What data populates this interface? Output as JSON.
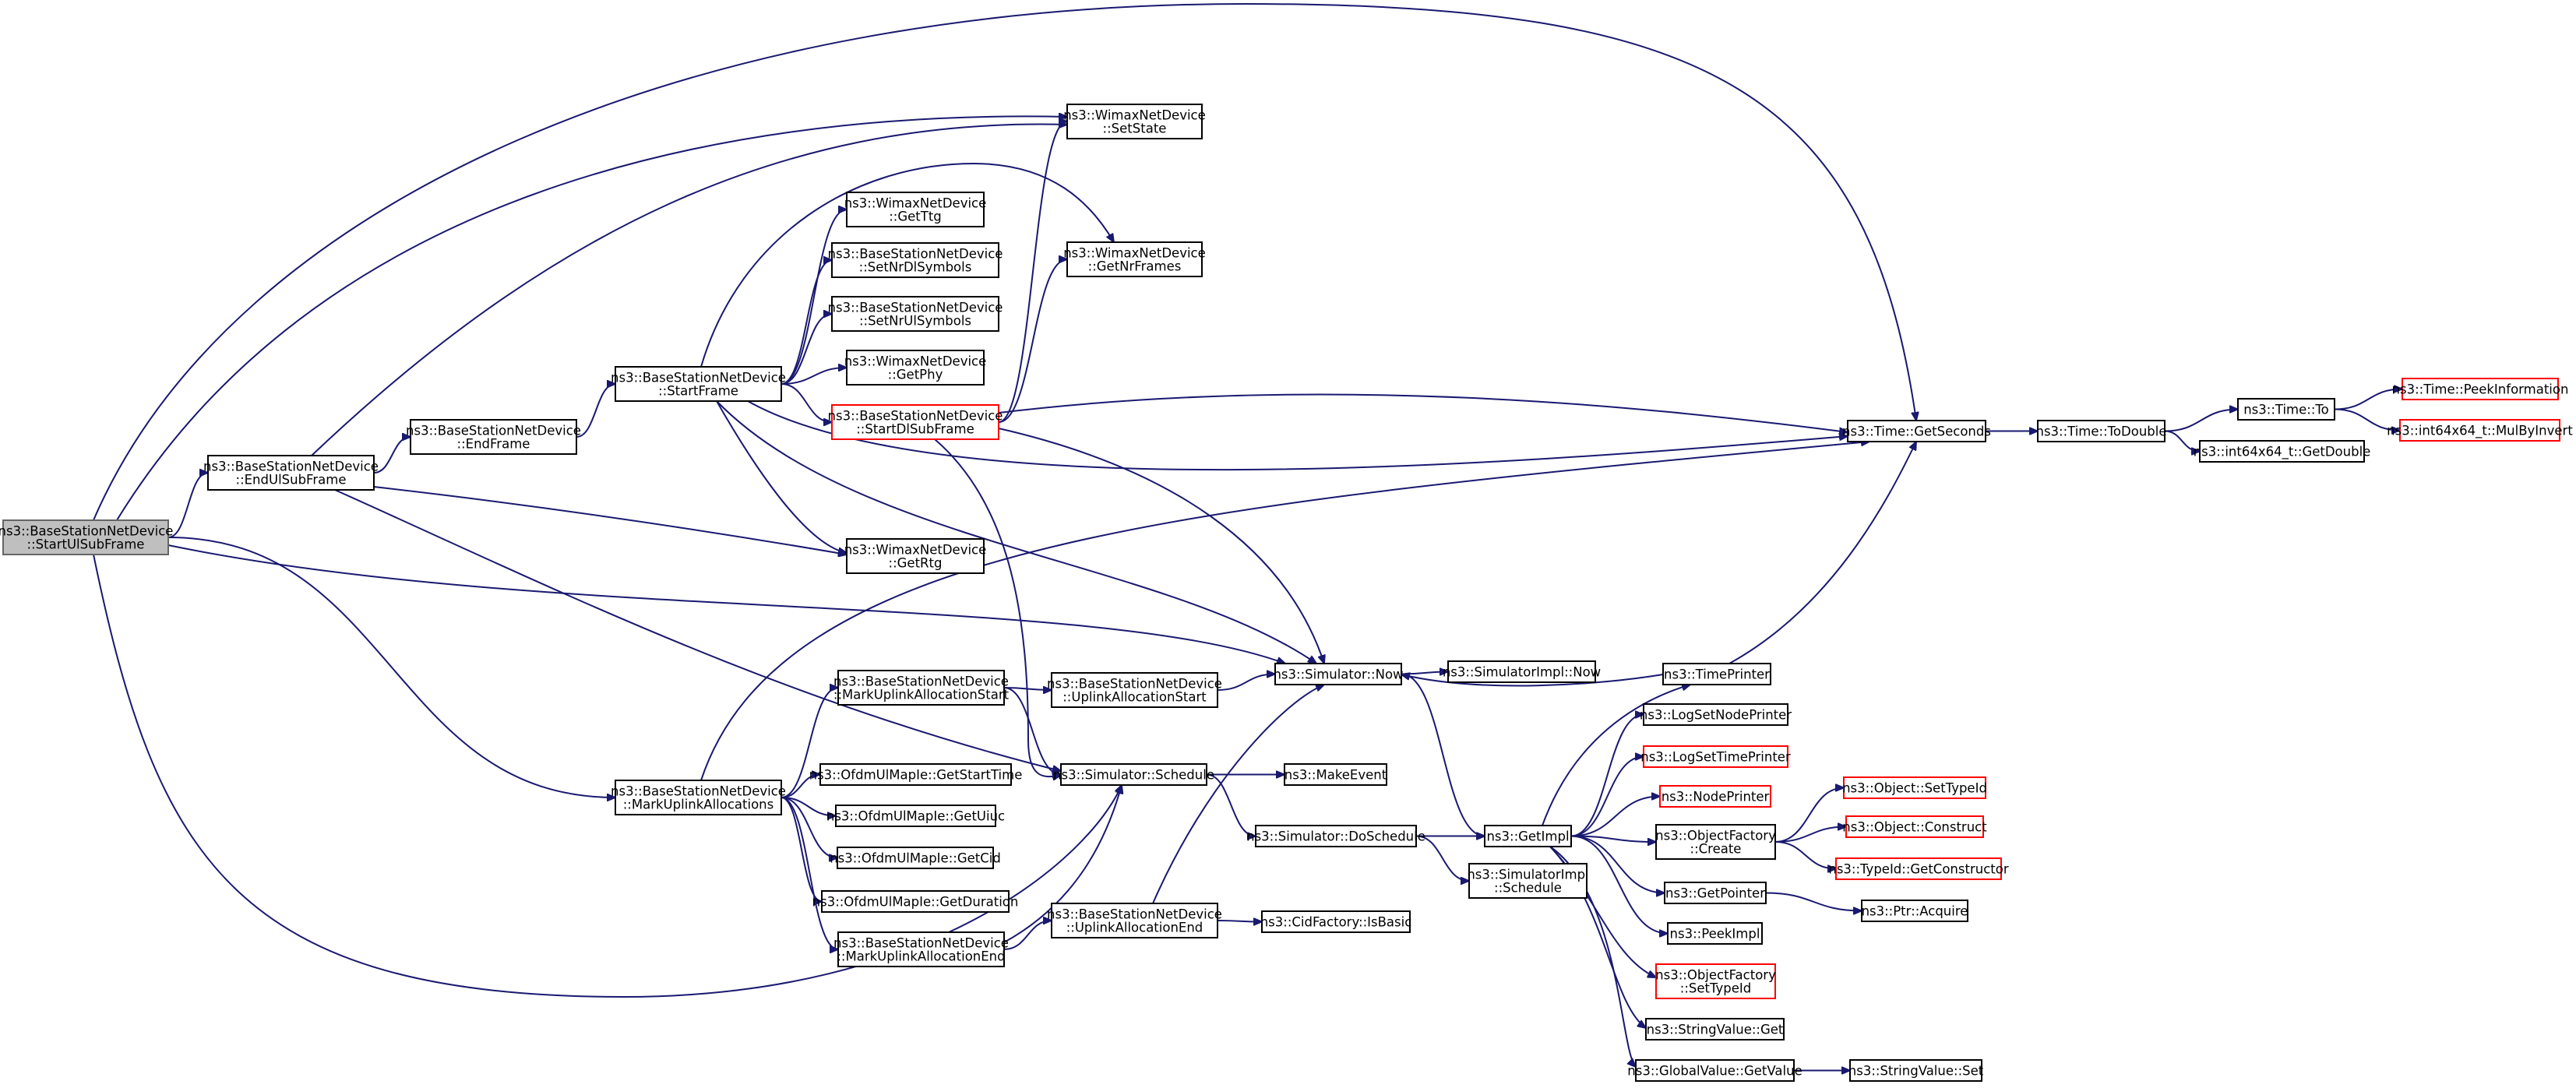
{
  "graph": {
    "nodes": [
      {
        "id": "n0",
        "lines": [
          "ns3::BaseStationNetDevice",
          "::StartUlSubFrame"
        ],
        "style": "root"
      },
      {
        "id": "n1",
        "lines": [
          "ns3::BaseStationNetDevice",
          "::EndUlSubFrame"
        ],
        "style": "normal"
      },
      {
        "id": "n2",
        "lines": [
          "ns3::BaseStationNetDevice",
          "::EndFrame"
        ],
        "style": "normal"
      },
      {
        "id": "n3",
        "lines": [
          "ns3::BaseStationNetDevice",
          "::StartFrame"
        ],
        "style": "normal"
      },
      {
        "id": "n4",
        "lines": [
          "ns3::WimaxNetDevice",
          "::GetTtg"
        ],
        "style": "normal"
      },
      {
        "id": "n5",
        "lines": [
          "ns3::BaseStationNetDevice",
          "::SetNrDlSymbols"
        ],
        "style": "normal"
      },
      {
        "id": "n6",
        "lines": [
          "ns3::BaseStationNetDevice",
          "::SetNrUlSymbols"
        ],
        "style": "normal"
      },
      {
        "id": "n7",
        "lines": [
          "ns3::WimaxNetDevice",
          "::GetPhy"
        ],
        "style": "normal"
      },
      {
        "id": "n8",
        "lines": [
          "ns3::BaseStationNetDevice",
          "::StartDlSubFrame"
        ],
        "style": "truncated"
      },
      {
        "id": "n9",
        "lines": [
          "ns3::WimaxNetDevice",
          "::GetRtg"
        ],
        "style": "normal"
      },
      {
        "id": "n10",
        "lines": [
          "ns3::WimaxNetDevice",
          "::SetState"
        ],
        "style": "normal"
      },
      {
        "id": "n11",
        "lines": [
          "ns3::WimaxNetDevice",
          "::GetNrFrames"
        ],
        "style": "normal"
      },
      {
        "id": "n12",
        "lines": [
          "ns3::Time::GetSeconds"
        ],
        "style": "normal"
      },
      {
        "id": "n13",
        "lines": [
          "ns3::Time::ToDouble"
        ],
        "style": "normal"
      },
      {
        "id": "n14",
        "lines": [
          "ns3::Time::To"
        ],
        "style": "normal"
      },
      {
        "id": "n15",
        "lines": [
          "ns3::Time::PeekInformation"
        ],
        "style": "truncated"
      },
      {
        "id": "n16",
        "lines": [
          "ns3::int64x64_t::MulByInvert"
        ],
        "style": "truncated"
      },
      {
        "id": "n17",
        "lines": [
          "ns3::int64x64_t::GetDouble"
        ],
        "style": "normal"
      },
      {
        "id": "n18",
        "lines": [
          "ns3::Simulator::Now"
        ],
        "style": "normal"
      },
      {
        "id": "n19",
        "lines": [
          "ns3::SimulatorImpl::Now"
        ],
        "style": "normal"
      },
      {
        "id": "n20",
        "lines": [
          "ns3::TimePrinter"
        ],
        "style": "normal"
      },
      {
        "id": "n21",
        "lines": [
          "ns3::BaseStationNetDevice",
          "::MarkUplinkAllocationStart"
        ],
        "style": "normal"
      },
      {
        "id": "n22",
        "lines": [
          "ns3::BaseStationNetDevice",
          "::UplinkAllocationStart"
        ],
        "style": "normal"
      },
      {
        "id": "n23",
        "lines": [
          "ns3::BaseStationNetDevice",
          "::MarkUplinkAllocations"
        ],
        "style": "normal"
      },
      {
        "id": "n24",
        "lines": [
          "ns3::OfdmUlMapIe::GetStartTime"
        ],
        "style": "normal"
      },
      {
        "id": "n25",
        "lines": [
          "ns3::OfdmUlMapIe::GetUiuc"
        ],
        "style": "normal"
      },
      {
        "id": "n26",
        "lines": [
          "ns3::OfdmUlMapIe::GetCid"
        ],
        "style": "normal"
      },
      {
        "id": "n27",
        "lines": [
          "ns3::OfdmUlMapIe::GetDuration"
        ],
        "style": "normal"
      },
      {
        "id": "n28",
        "lines": [
          "ns3::BaseStationNetDevice",
          "::MarkUplinkAllocationEnd"
        ],
        "style": "normal"
      },
      {
        "id": "n29",
        "lines": [
          "ns3::Simulator::Schedule"
        ],
        "style": "normal"
      },
      {
        "id": "n30",
        "lines": [
          "ns3::MakeEvent"
        ],
        "style": "normal"
      },
      {
        "id": "n31",
        "lines": [
          "ns3::Simulator::DoSchedule"
        ],
        "style": "normal"
      },
      {
        "id": "n32",
        "lines": [
          "ns3::BaseStationNetDevice",
          "::UplinkAllocationEnd"
        ],
        "style": "normal"
      },
      {
        "id": "n33",
        "lines": [
          "ns3::CidFactory::IsBasic"
        ],
        "style": "normal"
      },
      {
        "id": "n34",
        "lines": [
          "ns3::GetImpl"
        ],
        "style": "normal"
      },
      {
        "id": "n35",
        "lines": [
          "ns3::SimulatorImpl",
          "::Schedule"
        ],
        "style": "normal"
      },
      {
        "id": "n36",
        "lines": [
          "ns3::LogSetNodePrinter"
        ],
        "style": "normal"
      },
      {
        "id": "n37",
        "lines": [
          "ns3::LogSetTimePrinter"
        ],
        "style": "truncated"
      },
      {
        "id": "n38",
        "lines": [
          "ns3::NodePrinter"
        ],
        "style": "truncated"
      },
      {
        "id": "n39",
        "lines": [
          "ns3::ObjectFactory",
          "::Create"
        ],
        "style": "normal"
      },
      {
        "id": "n40",
        "lines": [
          "ns3::Object::SetTypeId"
        ],
        "style": "truncated"
      },
      {
        "id": "n41",
        "lines": [
          "ns3::Object::Construct"
        ],
        "style": "truncated"
      },
      {
        "id": "n42",
        "lines": [
          "ns3::TypeId::GetConstructor"
        ],
        "style": "truncated"
      },
      {
        "id": "n43",
        "lines": [
          "ns3::GetPointer"
        ],
        "style": "normal"
      },
      {
        "id": "n44",
        "lines": [
          "ns3::Ptr::Acquire"
        ],
        "style": "normal"
      },
      {
        "id": "n45",
        "lines": [
          "ns3::PeekImpl"
        ],
        "style": "normal"
      },
      {
        "id": "n46",
        "lines": [
          "ns3::ObjectFactory",
          "::SetTypeId"
        ],
        "style": "truncated"
      },
      {
        "id": "n47",
        "lines": [
          "ns3::StringValue::Get"
        ],
        "style": "normal"
      },
      {
        "id": "n48",
        "lines": [
          "ns3::GlobalValue::GetValue"
        ],
        "style": "normal"
      },
      {
        "id": "n49",
        "lines": [
          "ns3::StringValue::Set"
        ],
        "style": "normal"
      }
    ],
    "edges": [
      {
        "from": "n0",
        "to": "n1"
      },
      {
        "from": "n0",
        "to": "n10"
      },
      {
        "from": "n0",
        "to": "n12"
      },
      {
        "from": "n0",
        "to": "n18"
      },
      {
        "from": "n0",
        "to": "n23"
      },
      {
        "from": "n0",
        "to": "n29"
      },
      {
        "from": "n1",
        "to": "n2"
      },
      {
        "from": "n1",
        "to": "n10"
      },
      {
        "from": "n1",
        "to": "n9"
      },
      {
        "from": "n1",
        "to": "n29"
      },
      {
        "from": "n2",
        "to": "n3"
      },
      {
        "from": "n3",
        "to": "n4"
      },
      {
        "from": "n3",
        "to": "n5"
      },
      {
        "from": "n3",
        "to": "n6"
      },
      {
        "from": "n3",
        "to": "n7"
      },
      {
        "from": "n3",
        "to": "n8"
      },
      {
        "from": "n3",
        "to": "n9"
      },
      {
        "from": "n3",
        "to": "n11"
      },
      {
        "from": "n3",
        "to": "n12"
      },
      {
        "from": "n3",
        "to": "n18"
      },
      {
        "from": "n8",
        "to": "n10"
      },
      {
        "from": "n8",
        "to": "n11"
      },
      {
        "from": "n8",
        "to": "n12"
      },
      {
        "from": "n8",
        "to": "n18"
      },
      {
        "from": "n8",
        "to": "n29"
      },
      {
        "from": "n12",
        "to": "n13"
      },
      {
        "from": "n13",
        "to": "n14"
      },
      {
        "from": "n13",
        "to": "n17"
      },
      {
        "from": "n14",
        "to": "n15"
      },
      {
        "from": "n14",
        "to": "n16"
      },
      {
        "from": "n18",
        "to": "n19"
      },
      {
        "from": "n18",
        "to": "n34"
      },
      {
        "from": "n20",
        "to": "n12"
      },
      {
        "from": "n20",
        "to": "n18"
      },
      {
        "from": "n23",
        "to": "n12"
      },
      {
        "from": "n23",
        "to": "n21"
      },
      {
        "from": "n23",
        "to": "n24"
      },
      {
        "from": "n23",
        "to": "n25"
      },
      {
        "from": "n23",
        "to": "n26"
      },
      {
        "from": "n23",
        "to": "n27"
      },
      {
        "from": "n23",
        "to": "n28"
      },
      {
        "from": "n21",
        "to": "n22"
      },
      {
        "from": "n21",
        "to": "n29"
      },
      {
        "from": "n22",
        "to": "n18"
      },
      {
        "from": "n28",
        "to": "n29"
      },
      {
        "from": "n28",
        "to": "n32"
      },
      {
        "from": "n29",
        "to": "n30"
      },
      {
        "from": "n29",
        "to": "n31"
      },
      {
        "from": "n31",
        "to": "n34"
      },
      {
        "from": "n31",
        "to": "n35"
      },
      {
        "from": "n32",
        "to": "n18"
      },
      {
        "from": "n32",
        "to": "n33"
      },
      {
        "from": "n34",
        "to": "n20"
      },
      {
        "from": "n34",
        "to": "n36"
      },
      {
        "from": "n34",
        "to": "n37"
      },
      {
        "from": "n34",
        "to": "n38"
      },
      {
        "from": "n34",
        "to": "n39"
      },
      {
        "from": "n34",
        "to": "n43"
      },
      {
        "from": "n34",
        "to": "n45"
      },
      {
        "from": "n34",
        "to": "n46"
      },
      {
        "from": "n34",
        "to": "n47"
      },
      {
        "from": "n34",
        "to": "n48"
      },
      {
        "from": "n39",
        "to": "n40"
      },
      {
        "from": "n39",
        "to": "n41"
      },
      {
        "from": "n39",
        "to": "n42"
      },
      {
        "from": "n43",
        "to": "n44"
      },
      {
        "from": "n48",
        "to": "n49"
      }
    ]
  }
}
